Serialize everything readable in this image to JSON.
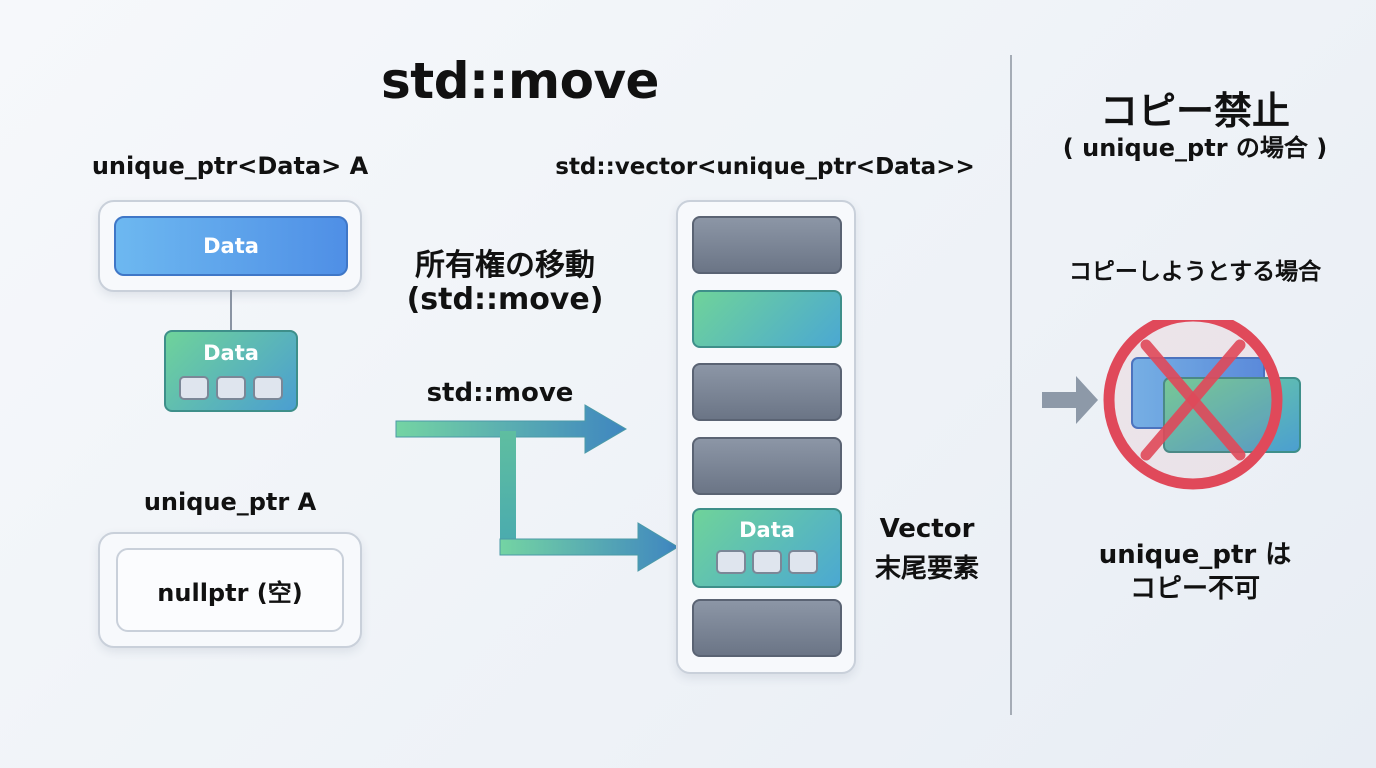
{
  "title": "std::move",
  "left": {
    "top_label": "unique_ptr<Data> A",
    "outer_data_label": "Data",
    "inner_data_label": "Data",
    "bottom_label": "unique_ptr A",
    "null_label": "nullptr (空)"
  },
  "middle": {
    "vector_label": "std::vector<unique_ptr<Data>>",
    "ownership_line1": "所有権の移動",
    "ownership_line2": "(std::move)",
    "arrow_label": "std::move",
    "slot_data_label": "Data",
    "tail_line1": "Vector",
    "tail_line2": "末尾要素"
  },
  "right": {
    "heading": "コピー禁止",
    "subheading": "( unique_ptr の場合 )",
    "attempt_label": "コピーしようとする場合",
    "result_line1": "unique_ptr は",
    "result_line2": "コピー不可"
  },
  "colors": {
    "blue": "#4f8fe6",
    "green": "#6fd39a",
    "slot_gray": "#7a8495",
    "prohibit_red": "#e0495a"
  }
}
